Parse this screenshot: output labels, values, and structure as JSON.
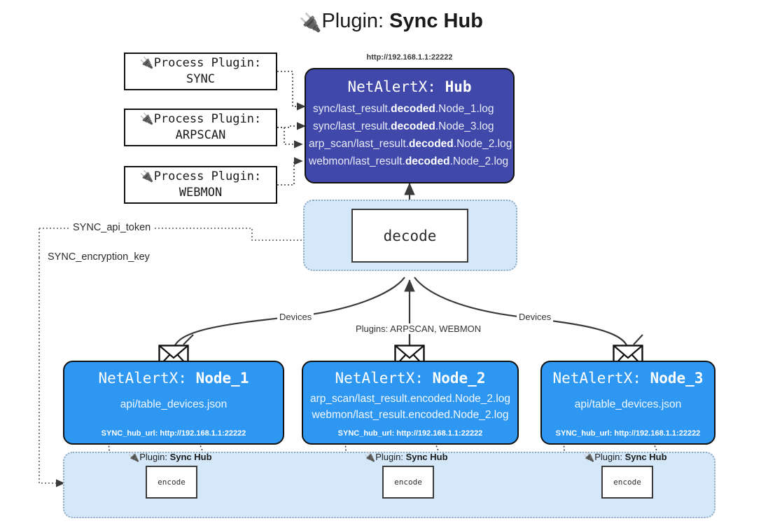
{
  "title": {
    "icon": "electric-plug-icon",
    "prefix": "Plugin: ",
    "name": "Sync Hub"
  },
  "process_plugins": [
    {
      "icon": "electric-plug-icon",
      "line1": "Process Plugin:",
      "line2": "SYNC"
    },
    {
      "icon": "electric-plug-icon",
      "line1": "Process Plugin:",
      "line2": "ARPSCAN"
    },
    {
      "icon": "electric-plug-icon",
      "line1": "Process Plugin:",
      "line2": "WEBMON"
    }
  ],
  "hub": {
    "url": "http://192.168.1.1:22222",
    "title_prefix": "NetAlertX: ",
    "title_name": "Hub",
    "lines": [
      {
        "pre": "sync/last_result.",
        "bold": "decoded",
        "post": ".Node_1.log"
      },
      {
        "pre": "sync/last_result.",
        "bold": "decoded",
        "post": ".Node_3.log"
      },
      {
        "pre": "arp_scan/last_result.",
        "bold": "decoded",
        "post": ".Node_2.log"
      },
      {
        "pre": "webmon/last_result.",
        "bold": "decoded",
        "post": ".Node_2.log"
      }
    ]
  },
  "decode": {
    "label": "decode"
  },
  "keys": {
    "api_token": "SYNC_api_token",
    "encryption_key": "SYNC_encryption_key"
  },
  "edge_labels": {
    "devices_left": "Devices",
    "devices_right": "Devices",
    "plugins_center": "Plugins: ARPSCAN, WEBMON"
  },
  "nodes": [
    {
      "id": "node-1",
      "title_prefix": "NetAlertX: ",
      "title_name": "Node_1",
      "lines": [
        "api/table_devices.json"
      ],
      "footer": "SYNC_hub_url: http://192.168.1.1:22222",
      "envelope_icon": "envelope-icon"
    },
    {
      "id": "node-2",
      "title_prefix": "NetAlertX: ",
      "title_name": "Node_2",
      "lines": [
        "arp_scan/last_result.encoded.Node_2.log",
        "webmon/last_result.encoded.Node_2.log"
      ],
      "footer": "SYNC_hub_url: http://192.168.1.1:22222",
      "envelope_icon": "envelope-icon"
    },
    {
      "id": "node-3",
      "title_prefix": "NetAlertX: ",
      "title_name": "Node_3",
      "lines": [
        "api/table_devices.json"
      ],
      "footer": "SYNC_hub_url: http://192.168.1.1:22222",
      "envelope_icon": "envelope-icon"
    }
  ],
  "encoders": [
    {
      "plugin_prefix": "Plugin: ",
      "plugin_name": "Sync Hub",
      "label": "encode",
      "icon": "electric-plug-icon"
    },
    {
      "plugin_prefix": "Plugin: ",
      "plugin_name": "Sync Hub",
      "label": "encode",
      "icon": "electric-plug-icon"
    },
    {
      "plugin_prefix": "Plugin: ",
      "plugin_name": "Sync Hub",
      "label": "encode",
      "icon": "electric-plug-icon"
    }
  ],
  "colors": {
    "hub_fill": "#4049aa",
    "node_fill": "#2e97f2",
    "zone_fill": "#d4e8fa",
    "zone_border": "#8fa9c0",
    "stroke": "#333333"
  }
}
